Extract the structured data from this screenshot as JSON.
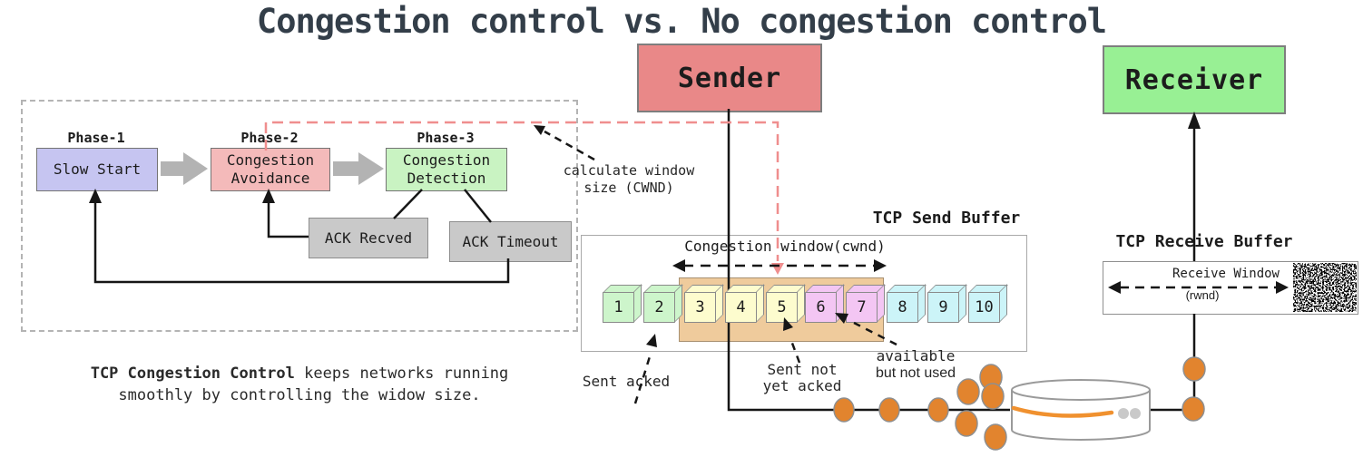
{
  "title": "Congestion control vs. No congestion control",
  "nodes": {
    "sender": "Sender",
    "receiver": "Receiver"
  },
  "flow": {
    "phase1_label": "Phase-1",
    "phase1_box": "Slow Start",
    "phase2_label": "Phase-2",
    "phase2_box": "Congestion\nAvoidance",
    "phase3_label": "Phase-3",
    "phase3_box": "Congestion\nDetection",
    "ack_recved": "ACK Recved",
    "ack_timeout": "ACK Timeout"
  },
  "annotations": {
    "calc_window": "calculate window\nsize (CWND)",
    "sent_acked": "Sent acked",
    "sent_not_acked": "Sent not\nyet acked",
    "available_line1": "available",
    "available_line2": "but not used"
  },
  "send_buffer": {
    "title": "TCP Send Buffer",
    "cwnd_label": "Congestion window(cwnd)",
    "cells": [
      {
        "label": "1",
        "state": "acked"
      },
      {
        "label": "2",
        "state": "acked"
      },
      {
        "label": "3",
        "state": "sent"
      },
      {
        "label": "4",
        "state": "sent"
      },
      {
        "label": "5",
        "state": "sent"
      },
      {
        "label": "6",
        "state": "available"
      },
      {
        "label": "7",
        "state": "available"
      },
      {
        "label": "8",
        "state": "unused"
      },
      {
        "label": "9",
        "state": "unused"
      },
      {
        "label": "10",
        "state": "unused"
      }
    ]
  },
  "receive_buffer": {
    "title": "TCP Receive Buffer",
    "rwnd_label": "Receive Window",
    "rwnd_sub": "(rwnd)"
  },
  "caption": {
    "bold": "TCP Congestion Control",
    "line1_rest": " keeps networks running",
    "line2": "smoothly by controlling the widow size."
  },
  "colors": {
    "sender_fill": "#e98888",
    "receiver_fill": "#98f094",
    "phase1_fill": "#c6c5f1",
    "phase2_fill": "#f4baba",
    "phase3_fill": "#c9f3c2",
    "ack_fill": "#c9c9c9",
    "cwnd_highlight": "#efcb9c",
    "cell_acked": "#cdf5cb",
    "cell_sent": "#fdfcce",
    "cell_available": "#f3c6f3",
    "cell_unused": "#ccf4f8",
    "packet_orange": "#e2842e",
    "red_dashed": "#ef8e8e"
  }
}
